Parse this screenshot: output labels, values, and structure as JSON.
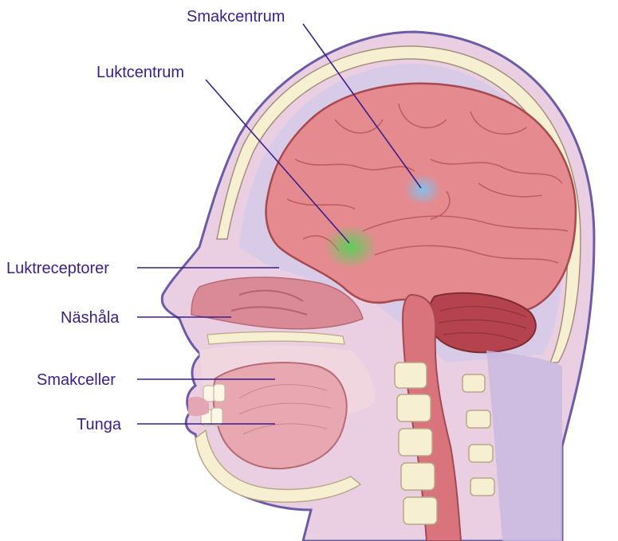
{
  "diagram": {
    "labels": {
      "smakcentrum": "Smakcentrum",
      "luktcentrum": "Luktcentrum",
      "luktreceptorer": "Luktreceptorer",
      "nashala": "Näshåla",
      "smakceller": "Smakceller",
      "tunga": "Tunga"
    },
    "colors": {
      "label_text": "#3a1e8c",
      "brain": "#e58a8f",
      "cerebellum": "#b5434d",
      "skin": "#e9cfe1",
      "skull": "#f6efd2",
      "taste_center": "#7ec3ef",
      "smell_center": "#5fce5b"
    }
  }
}
